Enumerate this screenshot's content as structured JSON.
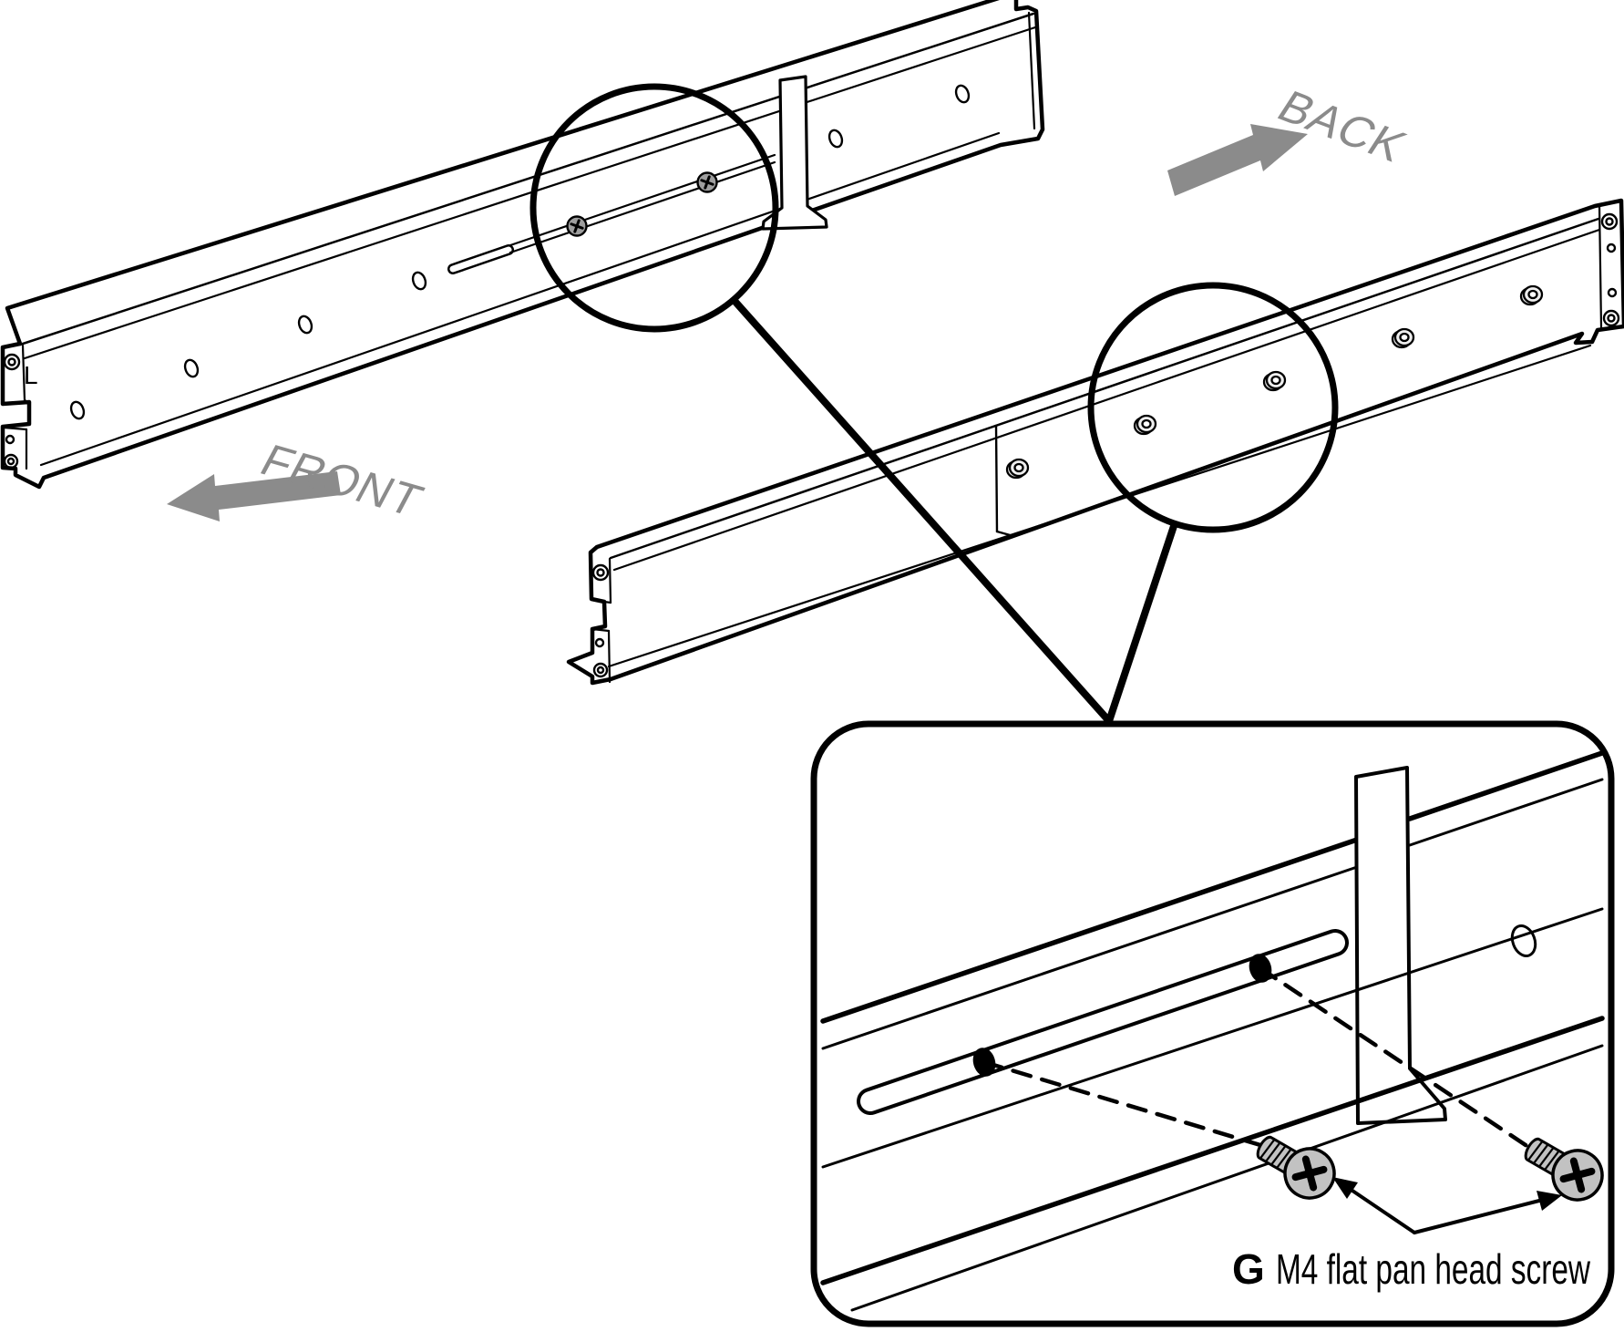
{
  "diagram": {
    "title": "rack rail installation illustration",
    "labels": {
      "front": "FRONT",
      "back": "BACK",
      "rail_marking": "L"
    },
    "callout": {
      "part_letter": "G",
      "part_name": "M4 flat pan head screw"
    },
    "icons": {
      "front_arrow": "arrow pointing front-left",
      "back_arrow": "arrow pointing back-right",
      "magnifier_circles": 2,
      "screws_shown": 4
    },
    "colors": {
      "line": "#000000",
      "label_gray": "#8b8b8b",
      "screw_gray": "#c2c2c2",
      "screw_dark_gray": "#9e9e9e",
      "background": "#ffffff"
    }
  }
}
